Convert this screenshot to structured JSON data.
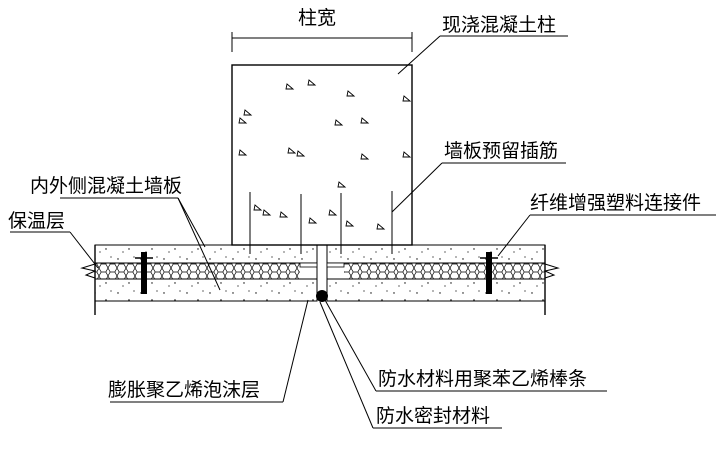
{
  "title": "柱与夹心保温墙板连接节点详图",
  "dimension": {
    "label": "柱宽"
  },
  "labels": {
    "column": "现浇混凝土柱",
    "rebar": "墙板预留插筋",
    "wall_panels": "内外侧混凝土墙板",
    "connector": "纤维增强塑料连接件",
    "insulation": "保温层",
    "foam": "膨胀聚乙烯泡沫层",
    "backer_rod": "防水材料用聚苯乙烯棒条",
    "sealant": "防水密封材料"
  },
  "colors": {
    "line": "#000000",
    "background": "#ffffff"
  }
}
